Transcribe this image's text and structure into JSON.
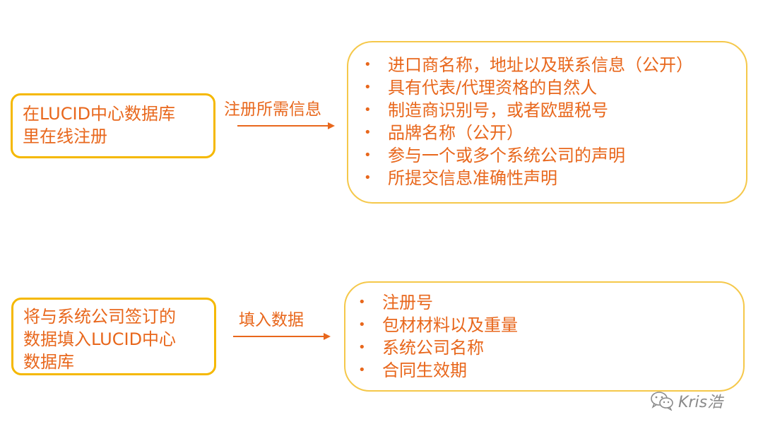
{
  "colors": {
    "text": "#E8671C",
    "step_border": "#F5B800",
    "info_border": "#F5C84A",
    "watermark": "#8a8a8a"
  },
  "steps": [
    {
      "lines": [
        "在LUCID中心数据库",
        "里在线注册"
      ],
      "arrow_label": "注册所需信息",
      "bullets": [
        "进口商名称，地址以及联系信息（公开）",
        "具有代表/代理资格的自然人",
        "制造商识别号，或者欧盟税号",
        "品牌名称（公开）",
        "参与一个或多个系统公司的声明",
        "所提交信息准确性声明"
      ]
    },
    {
      "lines": [
        "将与系统公司签订的",
        "数据填入LUCID中心",
        "数据库"
      ],
      "arrow_label": "填入数据",
      "bullets": [
        "注册号",
        "包材材料以及重量",
        "系统公司名称",
        "合同生效期"
      ]
    }
  ],
  "watermark": {
    "icon": "wechat-icon",
    "text": "Kris浩"
  }
}
